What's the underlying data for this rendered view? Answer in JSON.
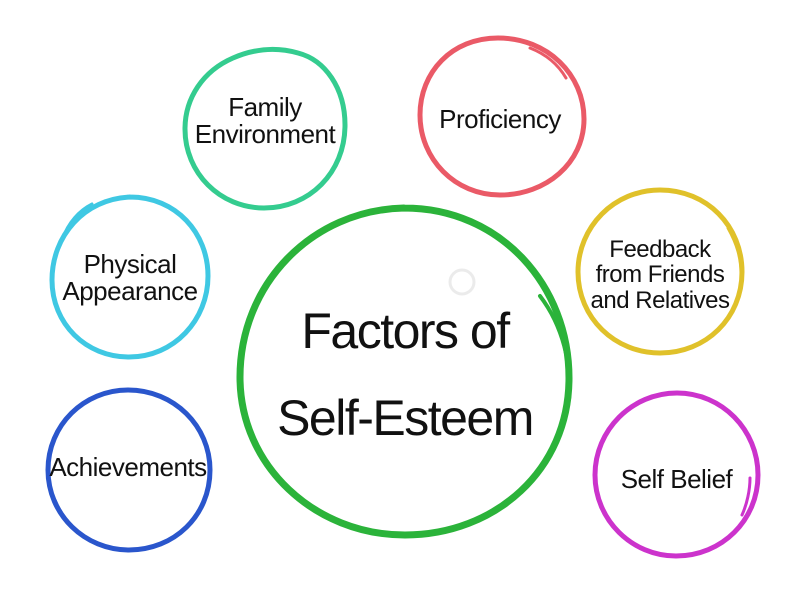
{
  "center": {
    "title": "Factors of\nSelf-Esteem",
    "color": "#2bb33a"
  },
  "factors": [
    {
      "label": "Family\nEnvironment",
      "color": "#34cc8f"
    },
    {
      "label": "Proficiency",
      "color": "#ea5a67"
    },
    {
      "label": "Physical\nAppearance",
      "color": "#3fc8e3"
    },
    {
      "label": "Feedback\nfrom Friends\nand Relatives",
      "color": "#e0c12a"
    },
    {
      "label": "Achievements",
      "color": "#2a56cc"
    },
    {
      "label": "Self Belief",
      "color": "#cc33cc"
    }
  ]
}
